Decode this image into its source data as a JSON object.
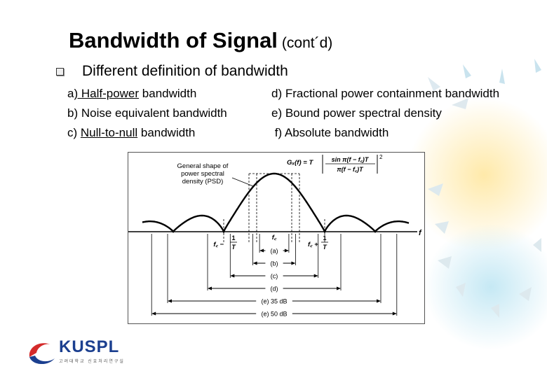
{
  "slide": {
    "title": "Bandwidth of Signal",
    "title_suffix": "(cont´d)",
    "bullet": "Different definition of bandwidth",
    "definitions_left": [
      {
        "prefix": "a",
        "underlined": ") Half-power",
        "rest": " bandwidth"
      },
      {
        "prefix": "b) Noise equivalent bandwidth",
        "underlined": "",
        "rest": ""
      },
      {
        "prefix": "c) ",
        "underlined": "Null-to-null",
        "rest": " bandwidth"
      }
    ],
    "definitions_right": [
      "d) Fractional power containment bandwidth",
      "e) Bound power spectral density",
      " f) Absolute bandwidth"
    ]
  },
  "figure": {
    "psd_label": [
      "General shape of",
      "power spectral",
      "density (PSD)"
    ],
    "formula_lhs": "Gₓ(f) = T",
    "formula_num": "sin π(f − f꜀)T",
    "formula_den": "π(f − f꜀)T",
    "formula_exp": "2",
    "axis_label": "f",
    "fc_label": "f꜀",
    "left_null_label": "f꜀ −",
    "right_null_label": "f꜀ +",
    "frac_num": "1",
    "frac_den": "T",
    "bands": [
      {
        "label": "(a)",
        "half_width": 0.11
      },
      {
        "label": "(b)",
        "half_width": 0.16
      },
      {
        "label": "(c)",
        "half_width": 0.33
      },
      {
        "label": "(d)",
        "half_width": 0.5
      },
      {
        "label": "(e) 35 dB",
        "half_width": 0.8
      },
      {
        "label": "(e) 50 dB",
        "half_width": 0.92
      }
    ]
  },
  "logo": {
    "name": "KUSPL",
    "subtitle": "고려대학교 신호처리연구실"
  }
}
